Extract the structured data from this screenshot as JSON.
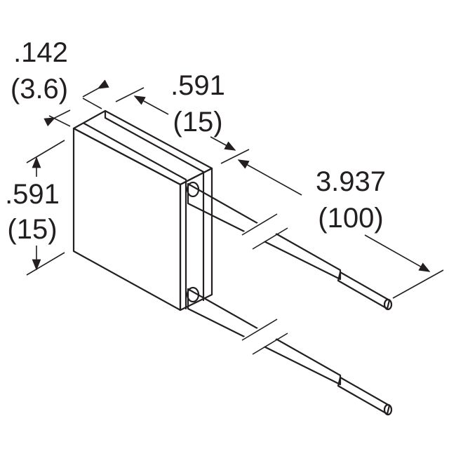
{
  "dimensions": {
    "thickness": {
      "inch": ".142",
      "mm": "(3.6)"
    },
    "width": {
      "inch": ".591",
      "mm": "(15)"
    },
    "lead_length": {
      "inch": "3.937",
      "mm": "(100)"
    },
    "height": {
      "inch": ".591",
      "mm": "(15)"
    }
  },
  "colors": {
    "line": "#231f20",
    "body_front": "#f2f2f2",
    "body_top": "#e6e6e6",
    "lead": "#f7f7f7"
  }
}
